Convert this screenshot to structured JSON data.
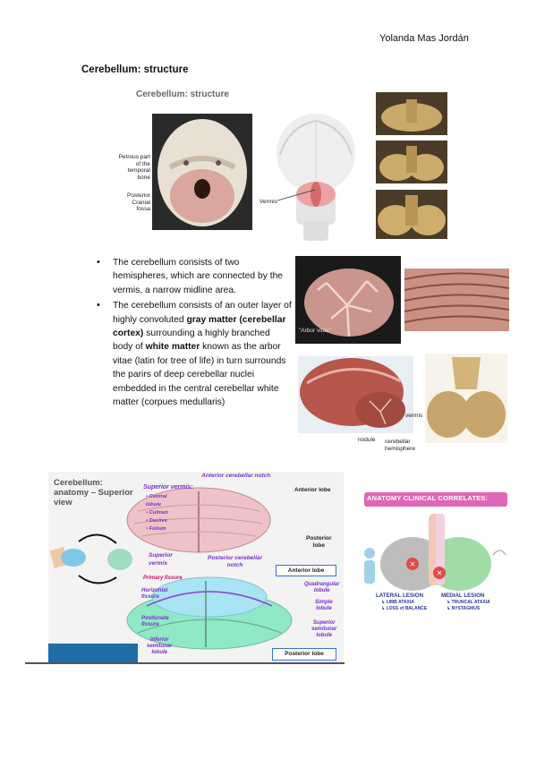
{
  "header": {
    "author": "Yolanda Mas Jordán"
  },
  "page_title": "Cerebellum: structure",
  "figure_top": {
    "title": "Cerebellum: structure",
    "labels": {
      "petrous": [
        "Petrous part",
        "of the",
        "temporal",
        "bone"
      ],
      "fossa": [
        "Posterior",
        "Cranial",
        "fossa"
      ],
      "vermis": "Vermis"
    }
  },
  "bullets": {
    "b1": "The cerebellum consists of two hemispheres, which are connected by the vermis, a narrow midline area.",
    "b2_a": "The cerebellum consists of an outer layer of highly convoluted ",
    "b2_bold1": "gray matter (cerebellar cortex)",
    "b2_b": " surrounding a highly branched body of ",
    "b2_bold2": "white matter",
    "b2_c": " known as the arbor vitae (latin for tree of life) in turn surrounds the parirs of deep cerebellar nuclei embedded in the central cerebellar white matter (corpues medullaris)"
  },
  "figure_mid": {
    "arbor": "\"Arbor vitae\"",
    "vermis": "vermis",
    "nodule": "nodule",
    "hemisphere": [
      "cerebellar",
      "hemisphere"
    ]
  },
  "figure_anatomy": {
    "heading": [
      "Cerebellum:",
      "anatomy – Superior",
      "view"
    ],
    "anterior_notch": "Anterior cerebellar notch",
    "superior_vermis": "Superior vermis:",
    "vermis_parts": [
      "• Central",
      "lobule",
      "• Culmen",
      "• Declive",
      "• Folium"
    ],
    "anterior_lobe": "Anterior lobe",
    "posterior_lobe": [
      "Posterior",
      "lobe"
    ],
    "posterior_notch": [
      "Posterior cerebellar",
      "notch"
    ],
    "superior_vermis2": [
      "Superior",
      "vermis"
    ],
    "anterior_lobe_box": "Anterior lobe",
    "primary_fissure": "Primary fissure",
    "horizontal_fissure": [
      "Horizontal",
      "fissure"
    ],
    "postlunate_fissure": [
      "Postlunate",
      "fissure"
    ],
    "inferior_semilunar": [
      "Inferior",
      "semilunar",
      "lobule"
    ],
    "quadrangular": [
      "Quadrangular",
      "lobule"
    ],
    "simple": [
      "Simple",
      "lobule"
    ],
    "superior_semilunar": [
      "Superior",
      "semilunar",
      "lobule"
    ],
    "posterior_lobe_box": "Posterior lobe"
  },
  "figure_clinical": {
    "title": "ANATOMY CLINICAL CORRELATES:",
    "lateral": "LATERAL LESION",
    "lateral_items": [
      "↳ LIMB ATAXIA",
      "↳ LOSS of BALANCE"
    ],
    "medial": "MEDIAL LESION",
    "medial_items": [
      "↳ TRUNCAL ATAXIA",
      "↳ NYSTAGMUS"
    ]
  },
  "colors": {
    "cerebellum_pink": "#efc2c8",
    "posterior_green": "#8fe8c6",
    "anterior_blue": "#a9e4f2",
    "label_purple": "#7a2fc9",
    "clinical_header": "#e066b8"
  }
}
